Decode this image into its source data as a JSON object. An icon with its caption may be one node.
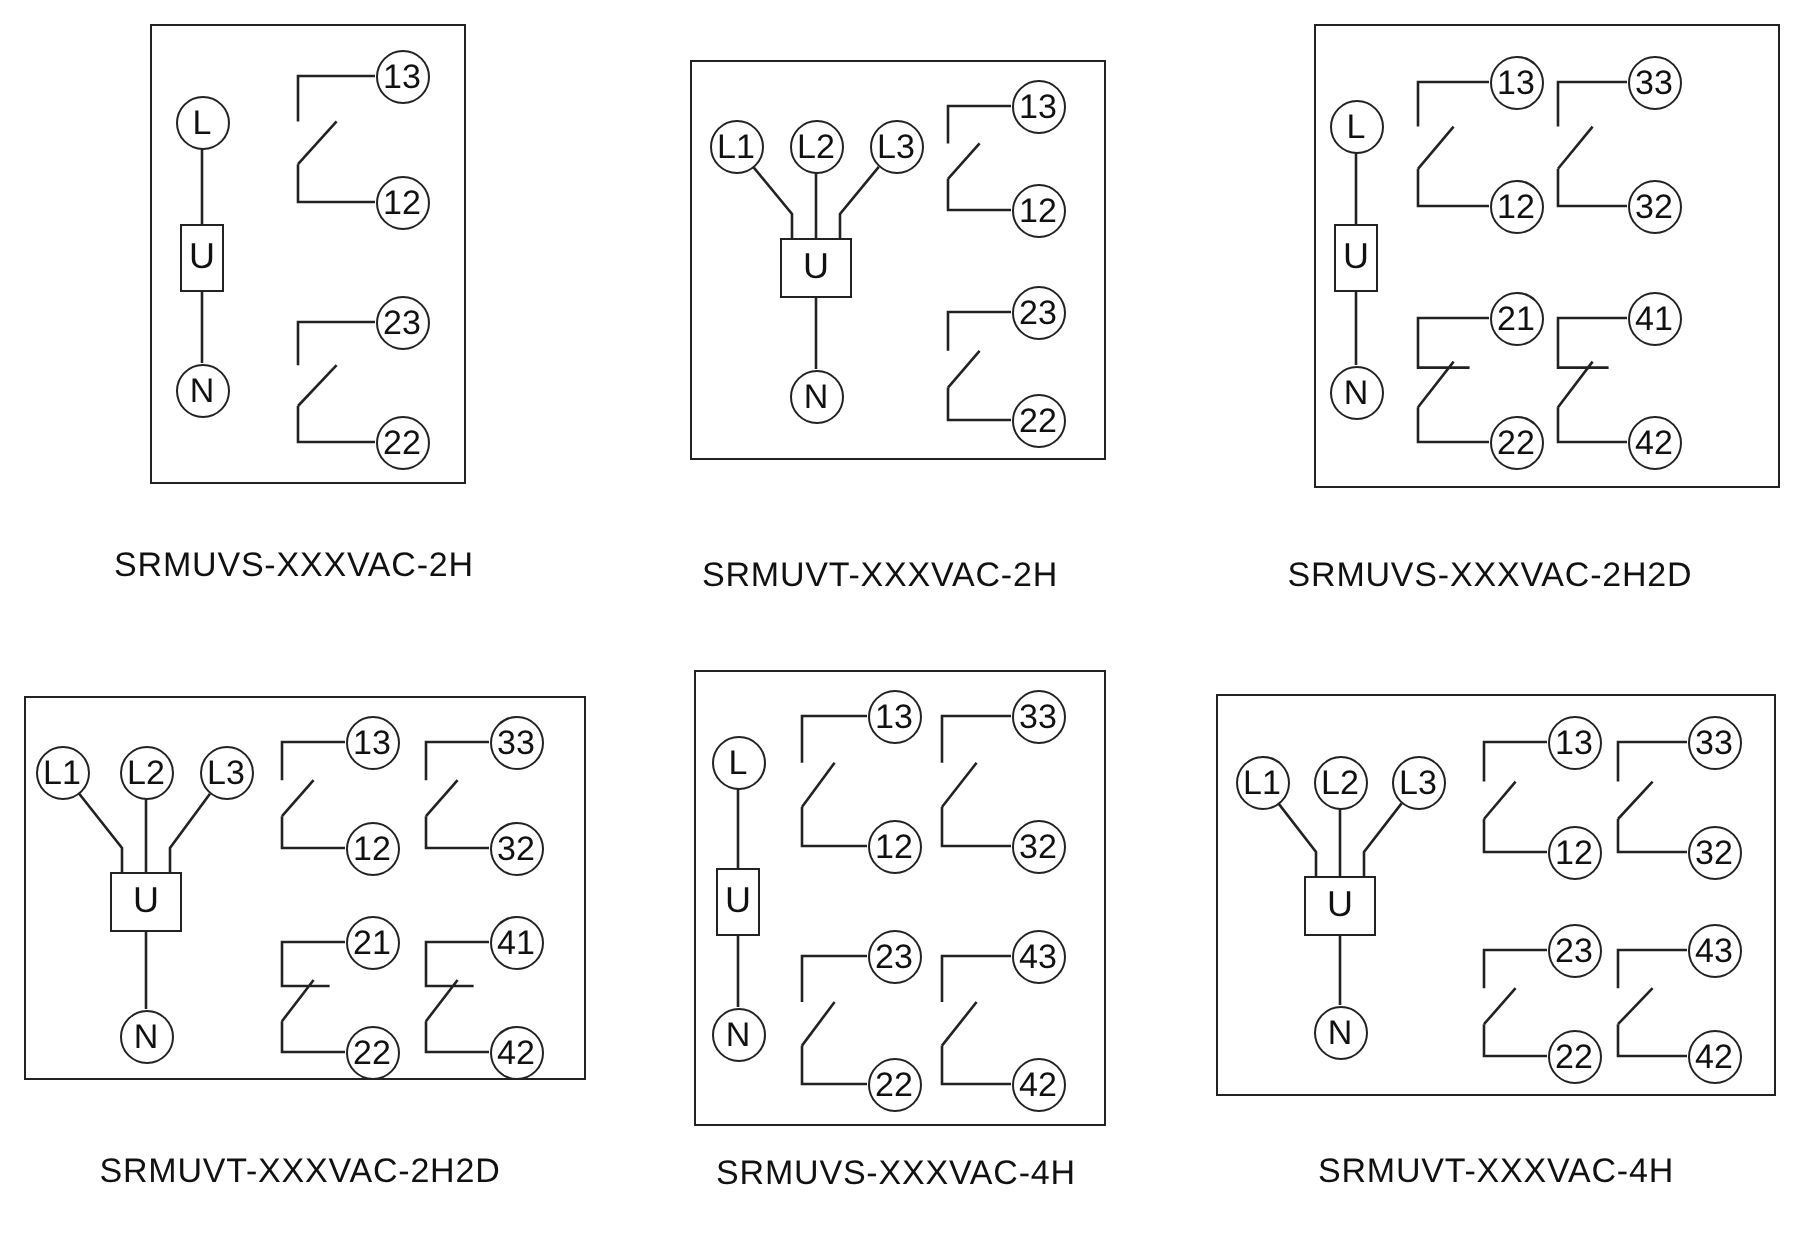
{
  "diagram": {
    "nodes": [
      {
        "text": [],
        "shape": "box"
      },
      {
        "text": [
          "L"
        ],
        "in": 0
      },
      {
        "text": [
          "U"
        ],
        "in": 0
      },
      {
        "text": [
          "N"
        ],
        "in": 0
      },
      {
        "text": [
          "13"
        ],
        "in": 0
      },
      {
        "text": [
          "12"
        ],
        "in": 0
      },
      {
        "text": [
          "23"
        ],
        "in": 0
      },
      {
        "text": [
          "22"
        ],
        "in": 0
      },
      {
        "text": [],
        "shape": "box"
      },
      {
        "text": [
          "L1"
        ],
        "in": 8
      },
      {
        "text": [
          "L2"
        ],
        "in": 8
      },
      {
        "text": [
          "L3"
        ],
        "in": 8
      },
      {
        "text": [
          "U"
        ],
        "in": 8
      },
      {
        "text": [
          "N"
        ],
        "in": 8
      },
      {
        "text": [
          "13"
        ],
        "in": 8
      },
      {
        "text": [
          "12"
        ],
        "in": 8
      },
      {
        "text": [
          "23"
        ],
        "in": 8
      },
      {
        "text": [
          "22"
        ],
        "in": 8
      },
      {
        "text": [],
        "shape": "box"
      },
      {
        "text": [
          "L"
        ],
        "in": 18
      },
      {
        "text": [
          "U"
        ],
        "in": 18
      },
      {
        "text": [
          "N"
        ],
        "in": 18
      },
      {
        "text": [
          "13"
        ],
        "in": 18
      },
      {
        "text": [
          "12"
        ],
        "in": 18
      },
      {
        "text": [
          "33"
        ],
        "in": 18
      },
      {
        "text": [
          "32"
        ],
        "in": 18
      },
      {
        "text": [
          "21"
        ],
        "in": 18
      },
      {
        "text": [
          "22"
        ],
        "in": 18
      },
      {
        "text": [
          "41"
        ],
        "in": 18
      },
      {
        "text": [
          "42"
        ],
        "in": 18
      },
      {
        "text": [],
        "shape": "box"
      },
      {
        "text": [
          "L1"
        ],
        "in": 30
      },
      {
        "text": [
          "L2"
        ],
        "in": 30
      },
      {
        "text": [
          "L3"
        ],
        "in": 30
      },
      {
        "text": [
          "U"
        ],
        "in": 30
      },
      {
        "text": [
          "N"
        ],
        "in": 30
      },
      {
        "text": [
          "13"
        ],
        "in": 30
      },
      {
        "text": [
          "12"
        ],
        "in": 30
      },
      {
        "text": [
          "33"
        ],
        "in": 30
      },
      {
        "text": [
          "32"
        ],
        "in": 30
      },
      {
        "text": [
          "21"
        ],
        "in": 30
      },
      {
        "text": [
          "22"
        ],
        "in": 30
      },
      {
        "text": [
          "41"
        ],
        "in": 30
      },
      {
        "text": [
          "42"
        ],
        "in": 30
      },
      {
        "text": [],
        "shape": "box"
      },
      {
        "text": [
          "L"
        ],
        "in": 44
      },
      {
        "text": [
          "U"
        ],
        "in": 44
      },
      {
        "text": [
          "N"
        ],
        "in": 44
      },
      {
        "text": [
          "13"
        ],
        "in": 44
      },
      {
        "text": [
          "12"
        ],
        "in": 44
      },
      {
        "text": [
          "33"
        ],
        "in": 44
      },
      {
        "text": [
          "32"
        ],
        "in": 44
      },
      {
        "text": [
          "23"
        ],
        "in": 44
      },
      {
        "text": [
          "22"
        ],
        "in": 44
      },
      {
        "text": [
          "43"
        ],
        "in": 44
      },
      {
        "text": [
          "42"
        ],
        "in": 44
      },
      {
        "text": [],
        "shape": "box"
      },
      {
        "text": [
          "L1"
        ],
        "in": 56
      },
      {
        "text": [
          "L2"
        ],
        "in": 56
      },
      {
        "text": [
          "L3"
        ],
        "in": 56
      },
      {
        "text": [
          "U"
        ],
        "in": 56
      },
      {
        "text": [
          "N"
        ],
        "in": 56
      },
      {
        "text": [
          "13"
        ],
        "in": 56
      },
      {
        "text": [
          "12"
        ],
        "in": 56
      },
      {
        "text": [
          "33"
        ],
        "in": 56
      },
      {
        "text": [
          "32"
        ],
        "in": 56
      },
      {
        "text": [
          "23"
        ],
        "in": 56
      },
      {
        "text": [
          "22"
        ],
        "in": 56
      },
      {
        "text": [
          "43"
        ],
        "in": 56
      },
      {
        "text": [
          "42"
        ],
        "in": 56
      },
      {
        "text": [],
        "shape": "switch",
        "in": 0
      },
      {
        "text": [],
        "shape": "switch",
        "in": 0
      },
      {
        "text": [],
        "shape": "switch",
        "in": 8
      },
      {
        "text": [],
        "shape": "switch",
        "in": 8
      },
      {
        "text": [],
        "shape": "switch",
        "in": 18
      },
      {
        "text": [],
        "shape": "switch",
        "in": 18
      },
      {
        "text": [],
        "shape": "switch",
        "in": 30
      },
      {
        "text": [],
        "shape": "switch",
        "in": 30
      },
      {
        "text": [],
        "shape": "switch",
        "in": 44
      },
      {
        "text": [],
        "shape": "switch",
        "in": 44
      },
      {
        "text": [],
        "shape": "switch",
        "in": 44
      },
      {
        "text": [],
        "shape": "switch",
        "in": 44
      },
      {
        "text": [],
        "shape": "switch",
        "in": 56
      },
      {
        "text": [],
        "shape": "switch",
        "in": 56
      },
      {
        "text": [],
        "shape": "switch",
        "in": 56
      },
      {
        "text": [],
        "shape": "switch",
        "in": 56
      }
    ],
    "edges": [
      {
        "from": 1,
        "to": 2,
        "arrow": "none"
      },
      {
        "from": 2,
        "to": 3,
        "arrow": "none"
      },
      {
        "from": 4,
        "to": 70,
        "arrow": "none"
      },
      {
        "from": 70,
        "to": 5,
        "arrow": "none"
      },
      {
        "from": 6,
        "to": 71,
        "arrow": "none"
      },
      {
        "from": 71,
        "to": 7,
        "arrow": "none"
      },
      {
        "from": 9,
        "to": 12,
        "arrow": "none"
      },
      {
        "from": 10,
        "to": 12,
        "arrow": "none"
      },
      {
        "from": 11,
        "to": 12,
        "arrow": "none"
      },
      {
        "from": 12,
        "to": 13,
        "arrow": "none"
      },
      {
        "from": 14,
        "to": 72,
        "arrow": "none"
      },
      {
        "from": 72,
        "to": 15,
        "arrow": "none"
      },
      {
        "from": 16,
        "to": 73,
        "arrow": "none"
      },
      {
        "from": 73,
        "to": 17,
        "arrow": "none"
      },
      {
        "from": 19,
        "to": 20,
        "arrow": "none"
      },
      {
        "from": 20,
        "to": 21,
        "arrow": "none"
      },
      {
        "from": 22,
        "to": 74,
        "arrow": "none"
      },
      {
        "from": 74,
        "to": 23,
        "arrow": "none"
      },
      {
        "from": 24,
        "to": 75,
        "arrow": "none"
      },
      {
        "from": 75,
        "to": 25,
        "arrow": "none"
      },
      {
        "from": 26,
        "to": 27,
        "arrow": "none"
      },
      {
        "from": 28,
        "to": 29,
        "arrow": "none"
      },
      {
        "from": 31,
        "to": 34,
        "arrow": "none"
      },
      {
        "from": 32,
        "to": 34,
        "arrow": "none"
      },
      {
        "from": 33,
        "to": 34,
        "arrow": "none"
      },
      {
        "from": 34,
        "to": 35,
        "arrow": "none"
      },
      {
        "from": 36,
        "to": 76,
        "arrow": "none"
      },
      {
        "from": 76,
        "to": 37,
        "arrow": "none"
      },
      {
        "from": 38,
        "to": 77,
        "arrow": "none"
      },
      {
        "from": 77,
        "to": 39,
        "arrow": "none"
      },
      {
        "from": 40,
        "to": 41,
        "arrow": "none"
      },
      {
        "from": 42,
        "to": 43,
        "arrow": "none"
      },
      {
        "from": 45,
        "to": 46,
        "arrow": "none"
      },
      {
        "from": 46,
        "to": 47,
        "arrow": "none"
      },
      {
        "from": 48,
        "to": 78,
        "arrow": "none"
      },
      {
        "from": 78,
        "to": 49,
        "arrow": "none"
      },
      {
        "from": 50,
        "to": 79,
        "arrow": "none"
      },
      {
        "from": 79,
        "to": 51,
        "arrow": "none"
      },
      {
        "from": 52,
        "to": 80,
        "arrow": "none"
      },
      {
        "from": 80,
        "to": 53,
        "arrow": "none"
      },
      {
        "from": 54,
        "to": 81,
        "arrow": "none"
      },
      {
        "from": 81,
        "to": 55,
        "arrow": "none"
      },
      {
        "from": 57,
        "to": 60,
        "arrow": "none"
      },
      {
        "from": 58,
        "to": 60,
        "arrow": "none"
      },
      {
        "from": 59,
        "to": 60,
        "arrow": "none"
      },
      {
        "from": 60,
        "to": 61,
        "arrow": "none"
      },
      {
        "from": 62,
        "to": 82,
        "arrow": "none"
      },
      {
        "from": 82,
        "to": 63,
        "arrow": "none"
      },
      {
        "from": 64,
        "to": 83,
        "arrow": "none"
      },
      {
        "from": 83,
        "to": 65,
        "arrow": "none"
      },
      {
        "from": 66,
        "to": 84,
        "arrow": "none"
      },
      {
        "from": 84,
        "to": 67,
        "arrow": "none"
      },
      {
        "from": 68,
        "to": 85,
        "arrow": "none"
      },
      {
        "from": 85,
        "to": 69,
        "arrow": "none"
      }
    ],
    "labels": [
      "SRMUVS-XXXVAC-2H",
      "SRMUVT-XXXVAC-2H",
      "SRMUVS-XXXVAC-2H2D",
      "SRMUVT-XXXVAC-2H2D",
      "SRMUVS-XXXVAC-4H",
      "SRMUVT-XXXVAC-4H"
    ]
  }
}
